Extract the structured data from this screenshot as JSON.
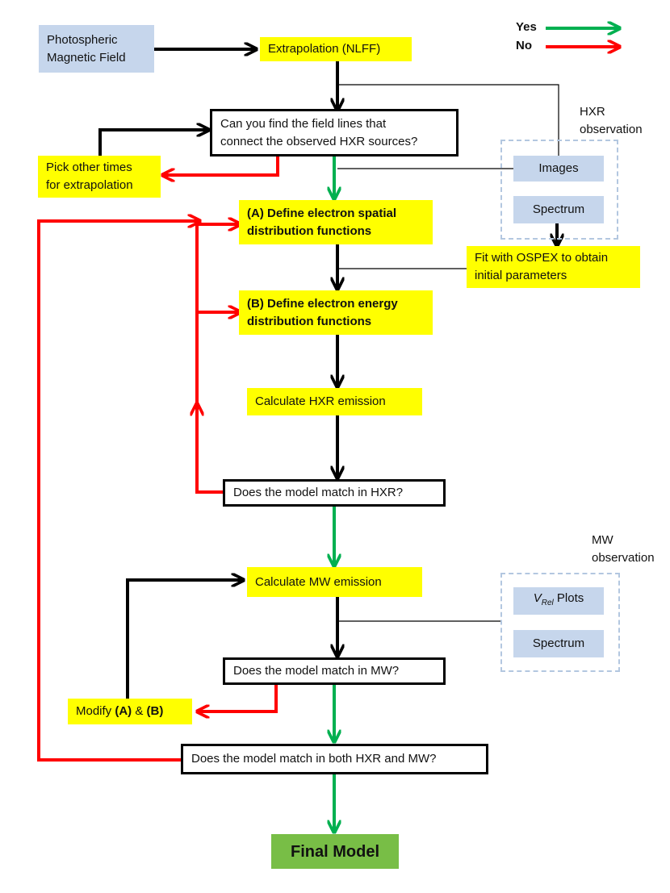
{
  "legend": {
    "yes": "Yes",
    "no": "No"
  },
  "colors": {
    "yes": "#00b050",
    "no": "#ff0000",
    "neutral": "#000000",
    "input": "#c6d6ec",
    "process": "#ffff00",
    "final": "#78be46"
  },
  "nodes": {
    "photospheric_line1": "Photospheric",
    "photospheric_line2": "Magnetic Field",
    "extrapolation": "Extrapolation (NLFF)",
    "find_lines_line1": "Can you find the field lines that",
    "find_lines_line2": "connect the observed HXR sources?",
    "pick_times_line1": "Pick other times",
    "pick_times_line2": "for extrapolation",
    "define_a_line1": "(A) Define electron spatial",
    "define_a_line2": "distribution functions",
    "define_b_line1": "(B) Define electron energy",
    "define_b_line2": "distribution functions",
    "calc_hxr": "Calculate HXR emission",
    "match_hxr": "Does the model match in HXR?",
    "calc_mw": "Calculate MW emission",
    "match_mw": "Does the model match in MW?",
    "modify_prefix": "Modify ",
    "modify_a": "(A)",
    "modify_mid": " & ",
    "modify_b": "(B)",
    "match_both": "Does the model match in both HXR and MW?",
    "final": "Final Model",
    "fit_line1": "Fit with OSPEX to obtain",
    "fit_line2": "initial parameters"
  },
  "hxr_observation": {
    "title_line1": "HXR",
    "title_line2": "observation",
    "images": "Images",
    "spectrum": "Spectrum"
  },
  "mw_observation": {
    "title_line1": "MW",
    "title_line2": "observation",
    "vrel_v": "V",
    "vrel_sub": "Rel",
    "vrel_suffix": " Plots",
    "spectrum": "Spectrum"
  }
}
